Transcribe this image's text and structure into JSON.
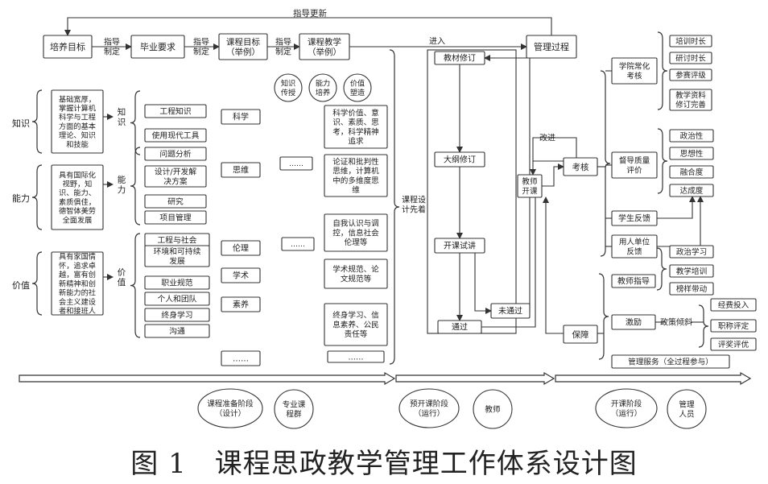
{
  "top_row": {
    "nodes": [
      "培养目标",
      "毕业要求",
      "课程目标\n（举例）",
      "课程教学\n（举例）",
      "管理过程"
    ],
    "links": [
      "指导\n制定",
      "指导\n制定",
      "指导\n制定"
    ],
    "enter": "进入",
    "feedback": "指导更新"
  },
  "categories": [
    {
      "label": "知识",
      "desc": "基础宽厚，\n掌握计算机\n科学与工程\n方面的基本\n理论、知识\n和技能",
      "sub": "知\n识",
      "items": [
        "工程知识",
        "使用现代工具"
      ]
    },
    {
      "label": "能力",
      "desc": "具有国际化\n视野，知\n识、能力、\n素质俱佳，\n德智体美劳\n全面发展",
      "sub": "能\n力",
      "items": [
        "问题分析",
        "设计/开发解\n决方案",
        "研究",
        "项目管理"
      ]
    },
    {
      "label": "价值",
      "desc": "具有家国情\n怀，追求卓\n越，富有创\n新精神和创\n新能力的社\n会主义建设\n者和接班人",
      "sub": "价\n值",
      "items": [
        "工程与社会",
        "环境和可持续\n发展",
        "职业规范",
        "个人和团队",
        "终身学习",
        "沟通"
      ]
    }
  ],
  "course_goals": [
    "科学",
    "思维",
    "伦理",
    "学术",
    "素养",
    "……"
  ],
  "course_teaching": {
    "circles": [
      "知识\n传授",
      "能力\n培养",
      "价值\n塑造"
    ],
    "ellipsis_boxes": [
      "……",
      "……"
    ],
    "boxes": [
      "科学价值、意\n识、素质、思\n考，科学精神\n追求",
      "论证和批判性\n思维，计算机\n中的多维度思\n维",
      "自我认识与调\n控，信息社会\n伦理等",
      "学术规范、论\n文规范等",
      "终身学习、信\n息素养、公民\n责任等",
      "……"
    ]
  },
  "process": {
    "brace_label": "课程设\n计先着",
    "steps": [
      "教材修订",
      "大纲修订",
      "开课试讲",
      "通过"
    ],
    "fail": "未通过"
  },
  "management": {
    "teacher": "教师\n开课",
    "assess": "考核",
    "improve": "改进",
    "support": "保障",
    "assess_types": [
      "学院常化\n考核",
      "督导质量\n评价",
      "学生反馈",
      "用人单位\n反馈"
    ],
    "academy_items": [
      "培训时长",
      "研讨时长",
      "参赛评级",
      "教学资料\n修订完善"
    ],
    "quality_items": [
      "政治性",
      "思想性",
      "融合度",
      "达成度"
    ],
    "support_types": [
      "教师指导",
      "激励",
      "管理服务（全过程参与）"
    ],
    "guide_items": [
      "政治学习",
      "教学培训",
      "榜样带动"
    ],
    "incentive_link": "政策倾斜",
    "incentive_items": [
      "经费投入",
      "职称评定",
      "评奖评优"
    ]
  },
  "stages": [
    {
      "name": "课程准备阶段\n（设计）",
      "role": "专业课\n程群"
    },
    {
      "name": "预开课阶段\n（运行）",
      "role": "教师"
    },
    {
      "name": "开课阶段\n（运行）",
      "role": "管理\n人员"
    }
  ],
  "caption": "图 1　课程思政教学管理工作体系设计图"
}
